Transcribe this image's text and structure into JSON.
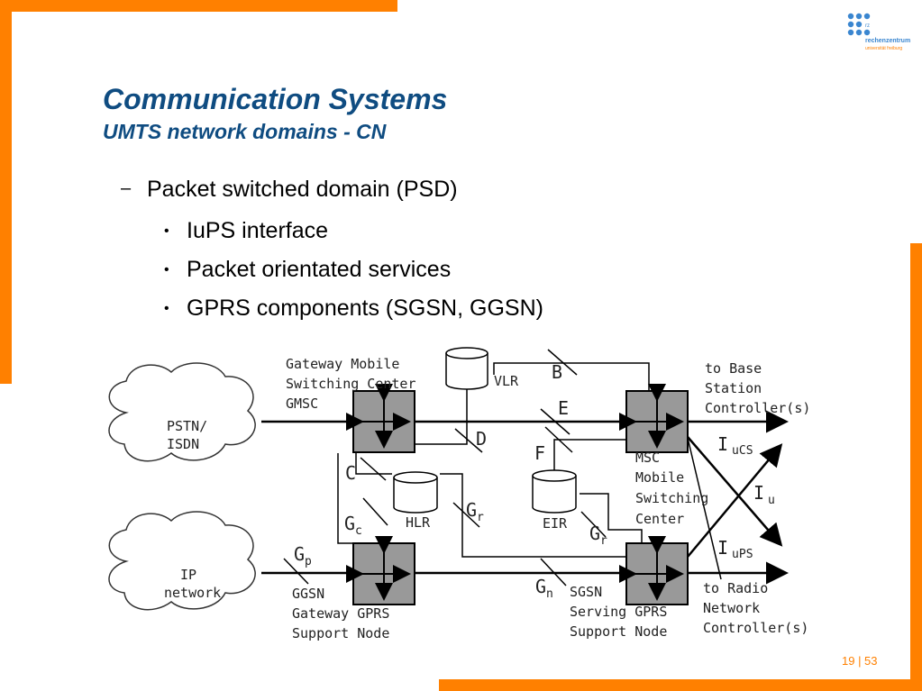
{
  "header": {
    "title": "Communication Systems",
    "subtitle": "UMTS network domains - CN"
  },
  "content": {
    "level1": {
      "marker": "–",
      "text": "Packet switched domain (PSD)"
    },
    "level2": [
      {
        "marker": "•",
        "text": "IuPS interface"
      },
      {
        "marker": "•",
        "text": "Packet orientated services"
      },
      {
        "marker": "•",
        "text": "GPRS components (SGSN, GGSN)"
      }
    ]
  },
  "logo": {
    "line1": "rechenzentrum",
    "line2": "universität freiburg",
    "mark": "rz"
  },
  "footer": {
    "page": "19 | 53"
  },
  "colors": {
    "accent": "#ff8000",
    "title": "#0f4c81",
    "logo_blue": "#3a86d0",
    "node_fill": "#999999"
  },
  "diagram": {
    "clouds": [
      {
        "id": "pstn",
        "lines": [
          "PSTN/",
          "ISDN"
        ]
      },
      {
        "id": "ip",
        "lines": [
          "IP",
          "network"
        ]
      }
    ],
    "gmsc_label": [
      "Gateway Mobile",
      "Switching Center",
      "GMSC"
    ],
    "msc_label": [
      "MSC",
      "Mobile",
      "Switching",
      "Center"
    ],
    "ggsn_label": [
      "GGSN",
      "Gateway GPRS",
      "Support Node"
    ],
    "sgsn_label": [
      "SGSN",
      "Serving GPRS",
      "Support Node"
    ],
    "bsc_label": [
      "to Base",
      "Station",
      "Controller(s)"
    ],
    "rnc_label": [
      "to Radio",
      "Network",
      "Controller(s)"
    ],
    "db": {
      "vlr": "VLR",
      "hlr": "HLR",
      "eir": "EIR"
    },
    "interfaces": {
      "B": "B",
      "E": "E",
      "D": "D",
      "F": "F",
      "C": "C",
      "Gc": {
        "main": "G",
        "sub": "c"
      },
      "Gr1": {
        "main": "G",
        "sub": "r"
      },
      "Gr2": {
        "main": "G",
        "sub": "r"
      },
      "Gp": {
        "main": "G",
        "sub": "p"
      },
      "Gn": {
        "main": "G",
        "sub": "n"
      },
      "IuCS": {
        "main": "I",
        "sub": "uCS"
      },
      "Iu": {
        "main": "I",
        "sub": "u"
      },
      "IuPS": {
        "main": "I",
        "sub": "uPS"
      }
    }
  }
}
